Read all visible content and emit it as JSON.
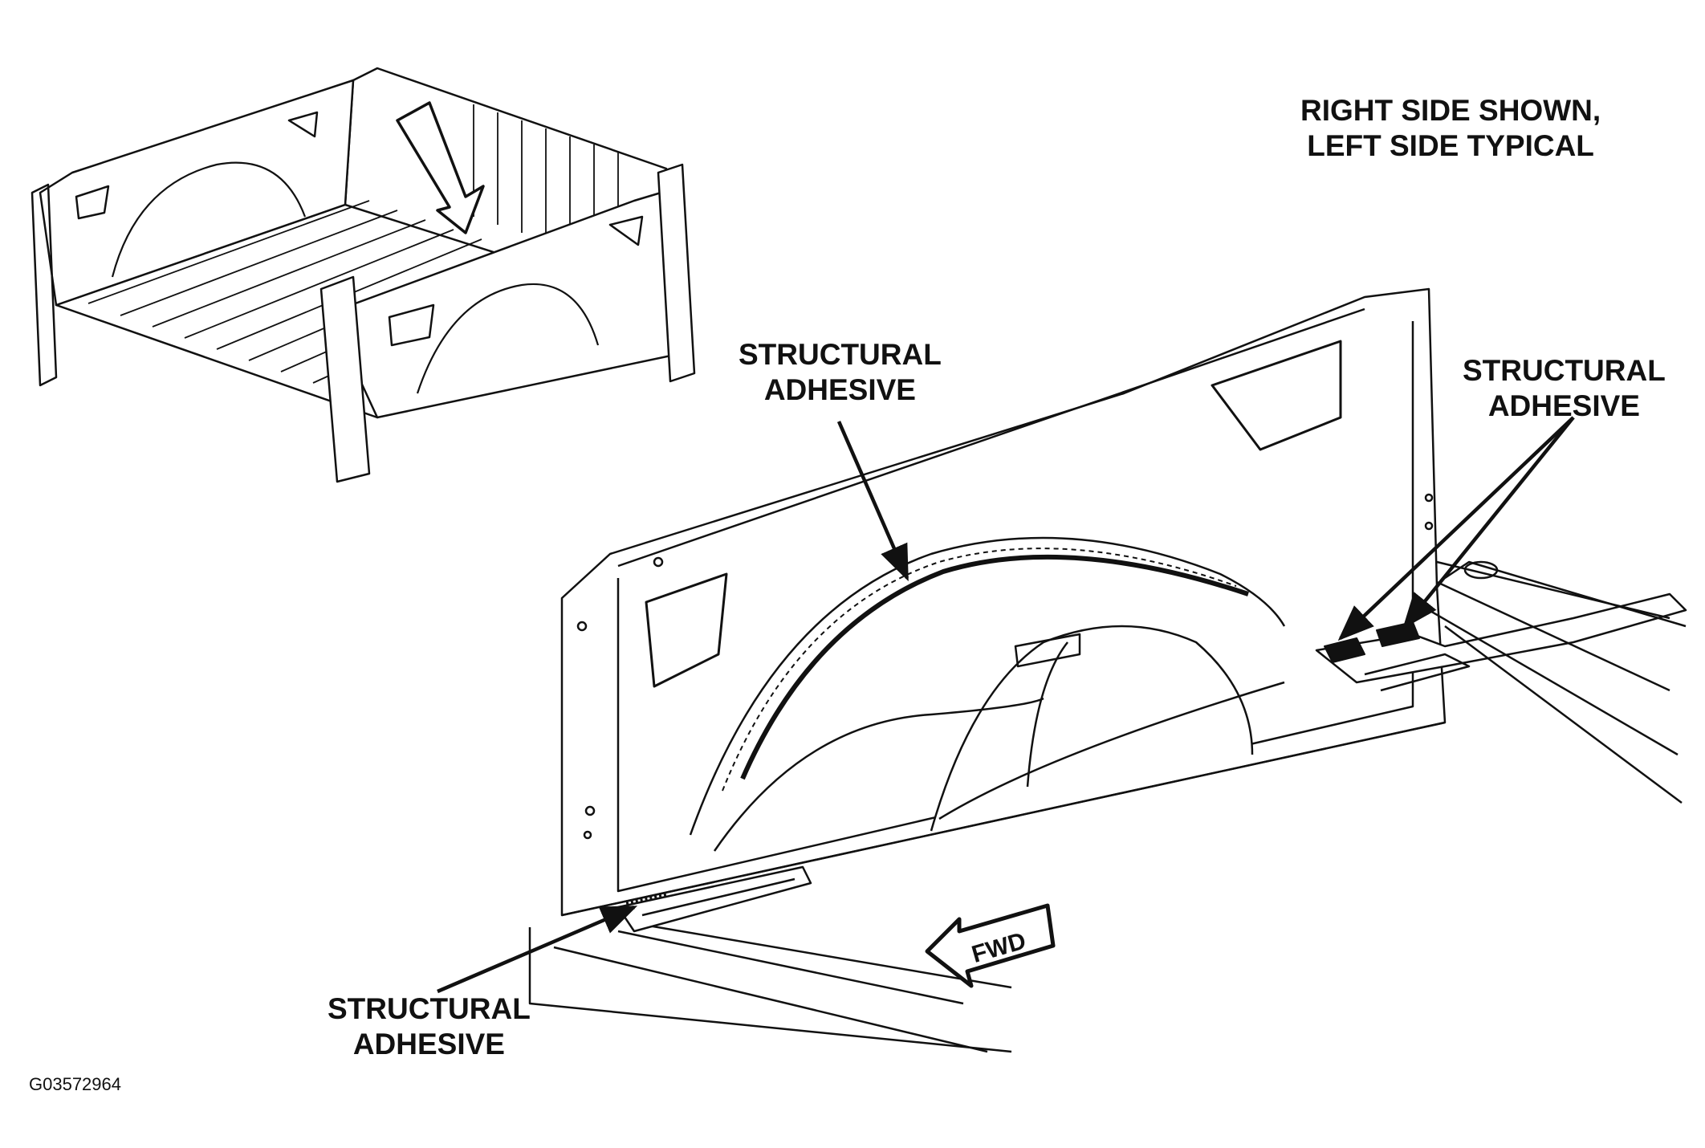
{
  "note": {
    "line1": "RIGHT SIDE SHOWN,",
    "line2": "LEFT SIDE TYPICAL"
  },
  "callouts": {
    "wheelhouse": {
      "line1": "STRUCTURAL",
      "line2": "ADHESIVE"
    },
    "rear": {
      "line1": "STRUCTURAL",
      "line2": "ADHESIVE"
    },
    "front": {
      "line1": "STRUCTURAL",
      "line2": "ADHESIVE"
    }
  },
  "direction_label": "FWD",
  "figure_id": "G03572964",
  "colors": {
    "ink": "#111111",
    "paper": "#ffffff"
  }
}
